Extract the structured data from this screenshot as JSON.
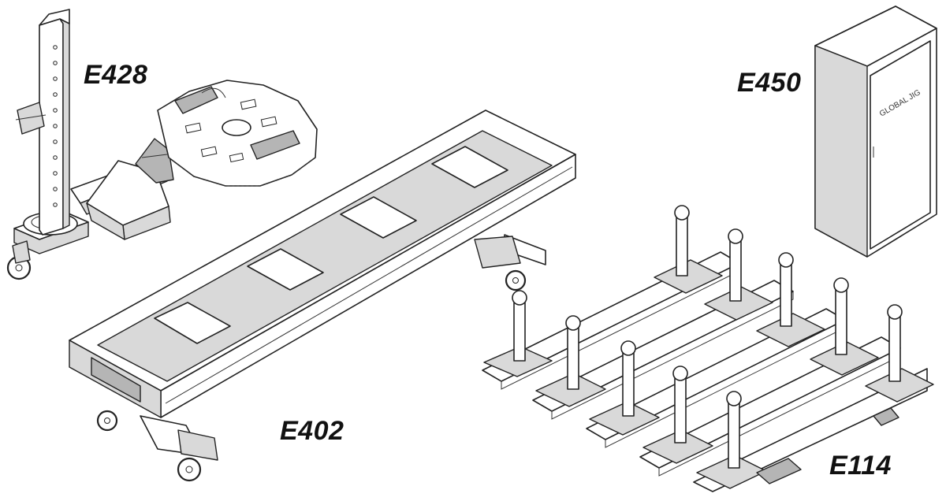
{
  "labels": {
    "e428": "E428",
    "e450": "E450",
    "e402": "E402",
    "e114": "E114"
  },
  "cabinet": {
    "brand_text": "GLOBAL JIG"
  },
  "colors": {
    "line": "#222222",
    "fill": "#ffffff",
    "shade": "#d9d9d9"
  }
}
